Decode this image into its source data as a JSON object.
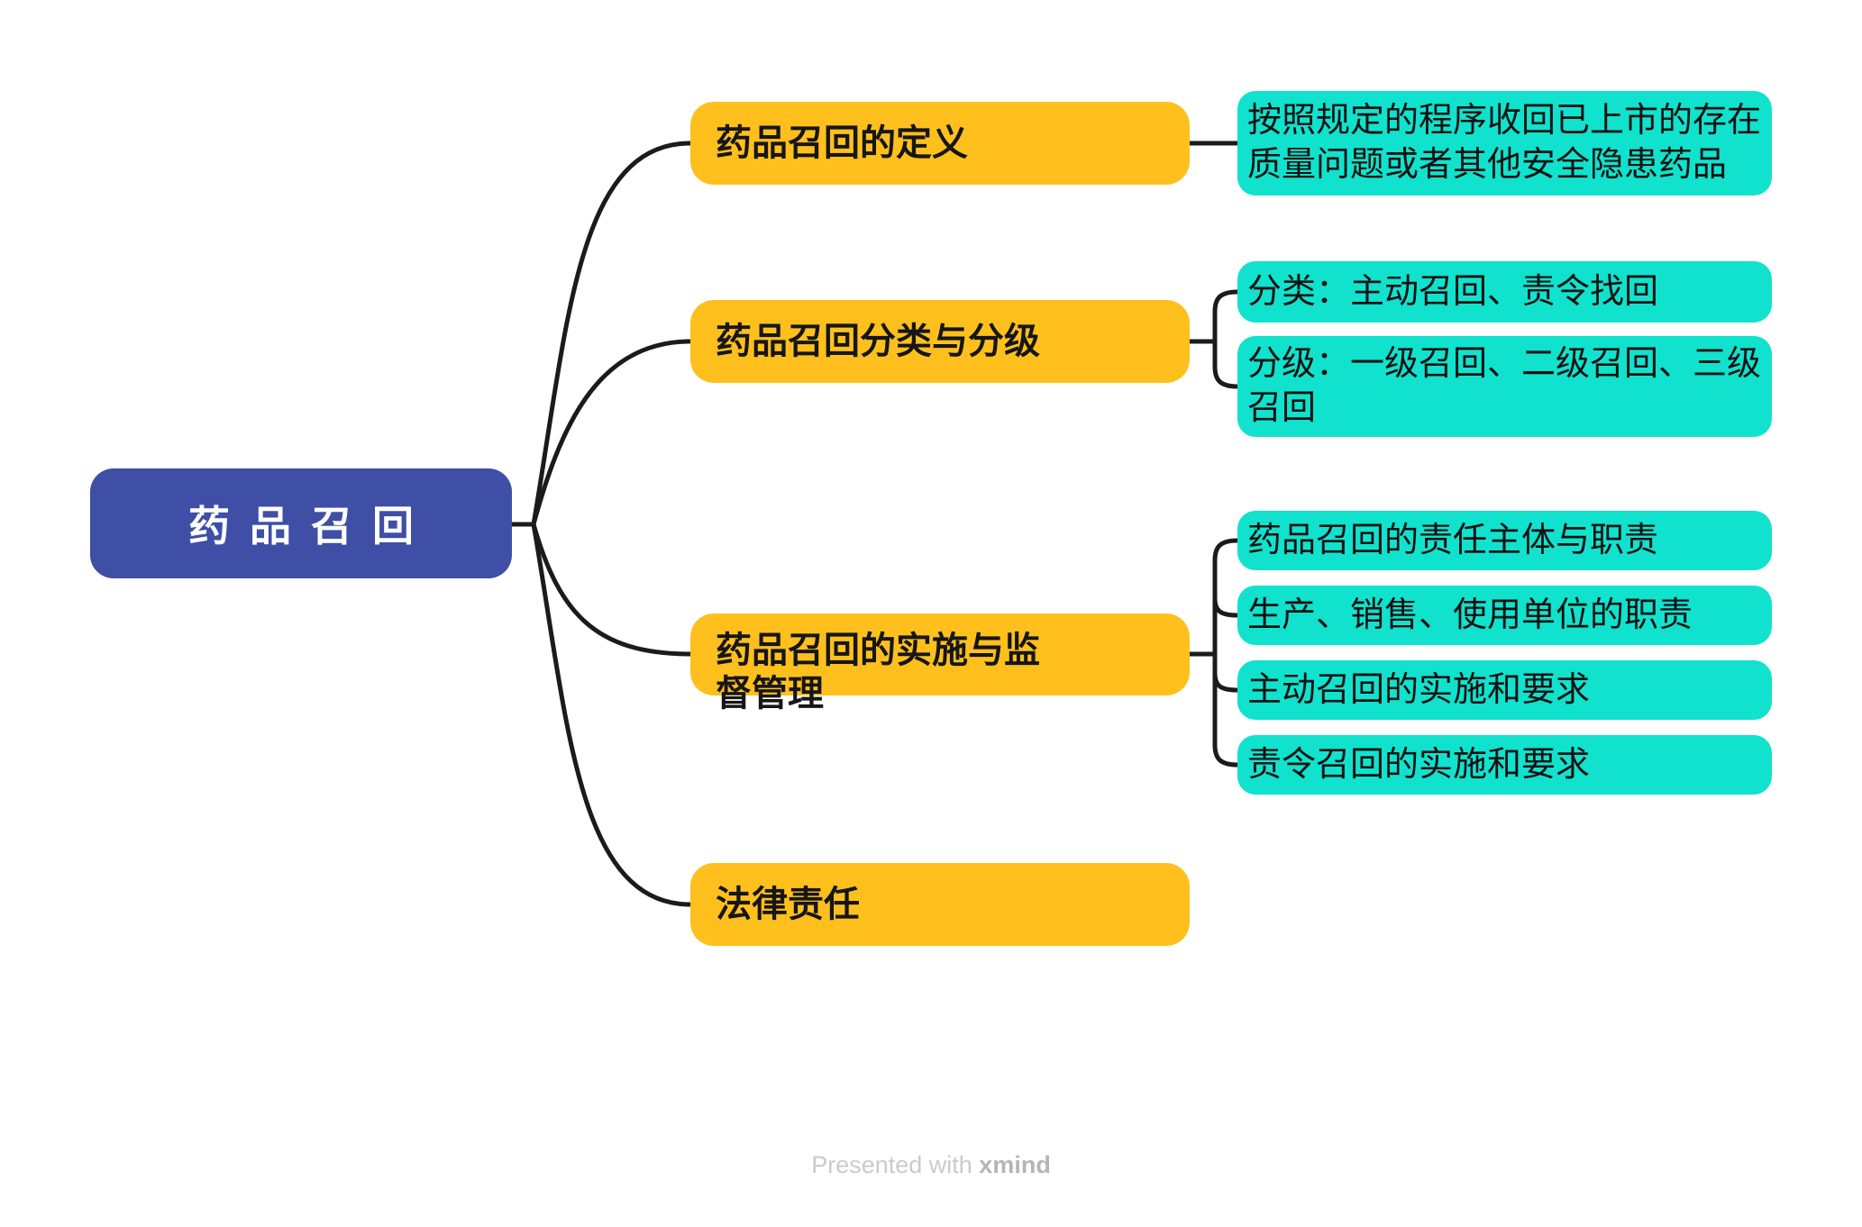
{
  "root": {
    "label": "药品召回"
  },
  "branches": [
    {
      "label": "药品召回的定义",
      "children": [
        "按照规定的程序收回已上市的存在质量问题或者其他安全隐患药品"
      ]
    },
    {
      "label": "药品召回分类与分级",
      "children": [
        "分类：主动召回、责令找回",
        "分级：一级召回、二级召回、三级召回"
      ]
    },
    {
      "label": "药品召回的实施与监督管理",
      "children": [
        "药品召回的责任主体与职责",
        "生产、销售、使用单位的职责",
        "主动召回的实施和要求",
        "责令召回的实施和要求"
      ]
    },
    {
      "label": "法律责任",
      "children": []
    }
  ],
  "footer": {
    "prefix": "Presented with ",
    "brand": "xmind"
  },
  "colors": {
    "root_bg": "#3e4fa5",
    "branch_bg": "#ffc01e",
    "child_bg": "#10e2cd",
    "connector": "#1b1b1b",
    "watermark": "#cbcbcb",
    "watermark_brand": "#b5b5b5"
  }
}
